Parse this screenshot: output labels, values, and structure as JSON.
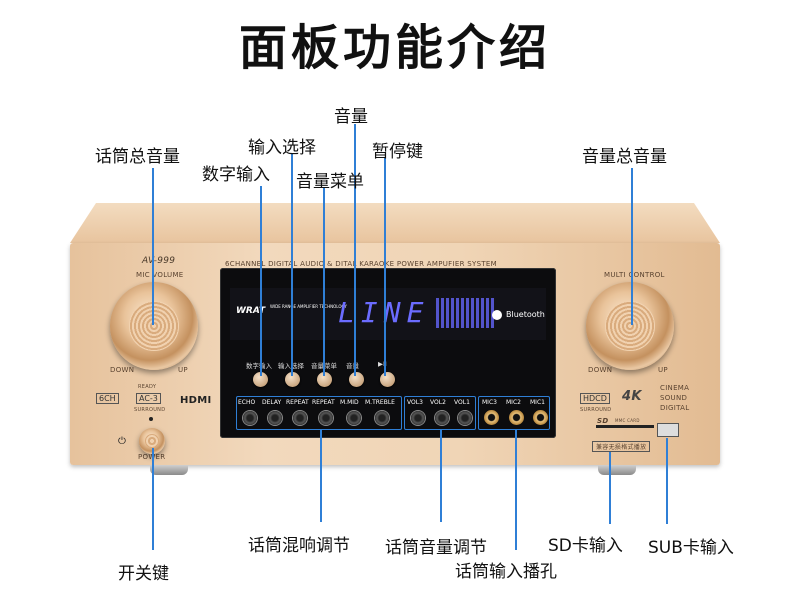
{
  "title": "面板功能介绍",
  "labels": {
    "mic_total": "话筒总音量",
    "digital_in": "数字输入",
    "input_select": "输入选择",
    "volume": "音量",
    "volume_menu": "音量菜单",
    "pause": "暂停键",
    "master_volume": "音量总音量",
    "mic_mix": "话筒混响调节",
    "mic_volume": "话筒音量调节",
    "mic_jack": "话筒输入播孔",
    "sd_in": "SD卡输入",
    "usb_in": "SUB卡输入",
    "power_key": "开关键"
  },
  "device": {
    "model": "AV-999",
    "header_text": "6CHANNEL DIGITAL AUDIO & DITAL KARAOKE POWER AMPUFIER SYSTEM",
    "mic_volume_label": "MIC VOLUME",
    "multi_control_label": "MULTI CONTROL",
    "down": "DOWN",
    "up": "UP",
    "power": "POWER",
    "display_text": "LINE",
    "brand": "WRAT",
    "brand_sub": "WIDE RANGE AMPLIFIER TECHNOLOGY",
    "bluetooth": "Bluetooth",
    "buttons": [
      "数字输入",
      "输入选择",
      "音量菜单",
      "音量",
      "▶II"
    ],
    "knob_labels": [
      "ECHO",
      "DELAY",
      "REPEAT",
      "REPEAT",
      "M.MID",
      "M.TREBLE",
      "VOL3",
      "VOL2",
      "VOL1"
    ],
    "mic_labels": [
      "MIC3",
      "MIC2",
      "MIC1"
    ],
    "badges": {
      "ch": "6CH",
      "ac3": "AC-3",
      "hdmi": "HDMI",
      "hdcd": "HDCD",
      "k4": "4K",
      "cinema": "CINEMA",
      "sound": "SOUND",
      "digital": "DIGITAL",
      "ready": "READY",
      "surround": "SURROUND"
    },
    "sd_label": "SD",
    "mmc_label": "MMC CARD",
    "player_label": "兼容无损格式播放"
  },
  "colors": {
    "accent": "#2f7fd6",
    "gold": "#e8c49e",
    "display": "#6b6cff"
  }
}
